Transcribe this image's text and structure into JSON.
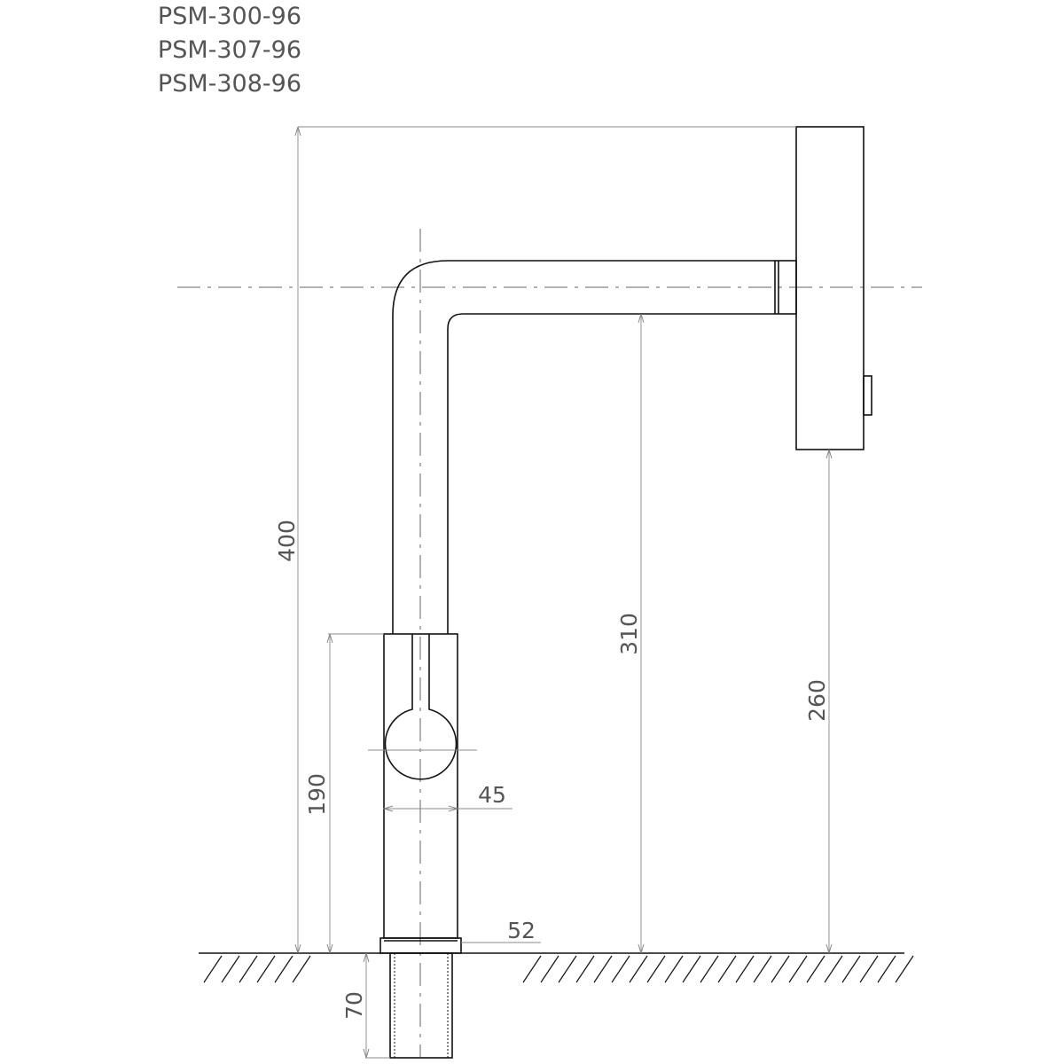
{
  "models": [
    "PSM-300-96",
    "PSM-307-96",
    "PSM-308-96"
  ],
  "dimensions": {
    "total_height": "400",
    "spout_height": "310",
    "outlet_height": "260",
    "body_height": "190",
    "lever_width": "45",
    "base_diameter": "52",
    "shank_length": "70"
  },
  "colors": {
    "outline": "#111111",
    "dimension": "#888888",
    "text": "#555555"
  }
}
